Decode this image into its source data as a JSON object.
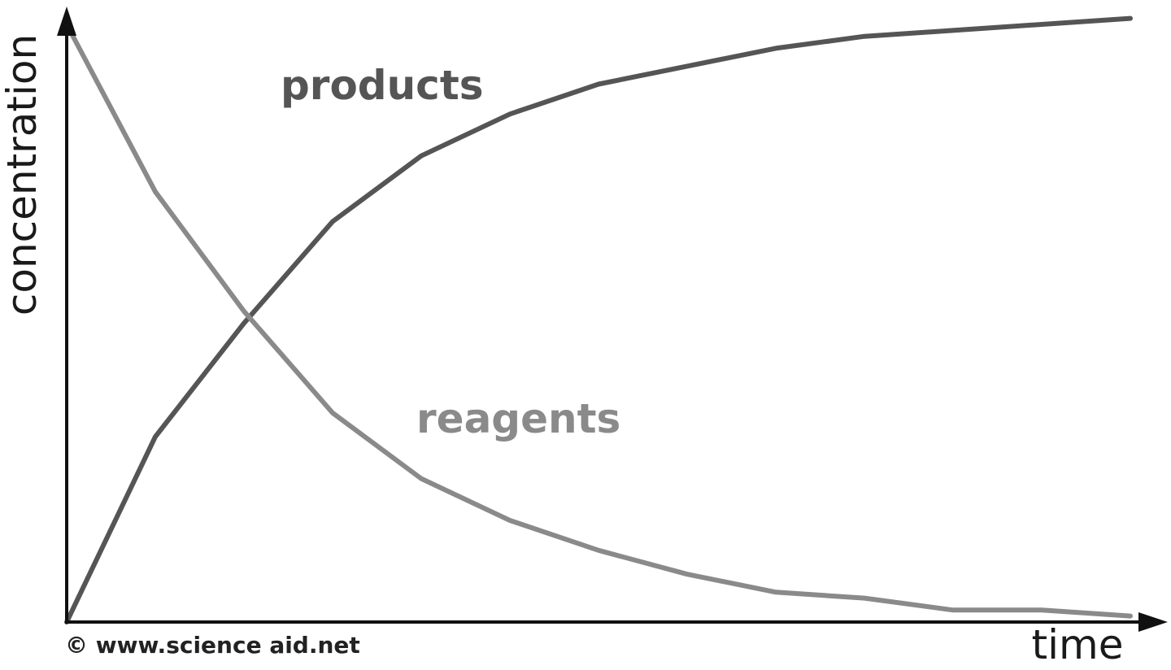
{
  "chart_data": {
    "type": "line",
    "title": "",
    "xlabel": "time",
    "ylabel": "concentration",
    "xlim": [
      0,
      12
    ],
    "ylim": [
      0,
      1
    ],
    "grid": false,
    "ticks": false,
    "x": [
      0,
      1,
      2,
      3,
      4,
      5,
      6,
      7,
      8,
      9,
      10,
      11,
      12
    ],
    "series": [
      {
        "name": "products",
        "label": "products",
        "color": "#555555",
        "values": [
          0.0,
          0.31,
          0.5,
          0.67,
          0.78,
          0.85,
          0.9,
          0.93,
          0.96,
          0.98,
          0.99,
          1.0,
          1.01
        ]
      },
      {
        "name": "reagents",
        "label": "reagents",
        "color": "#8a8a8a",
        "values": [
          1.0,
          0.72,
          0.52,
          0.35,
          0.24,
          0.17,
          0.12,
          0.08,
          0.05,
          0.04,
          0.02,
          0.02,
          0.01
        ]
      }
    ],
    "annotations": [
      {
        "text": "products",
        "series": "products"
      },
      {
        "text": "reagents",
        "series": "reagents"
      }
    ],
    "credit": "© www.science aid.net"
  }
}
